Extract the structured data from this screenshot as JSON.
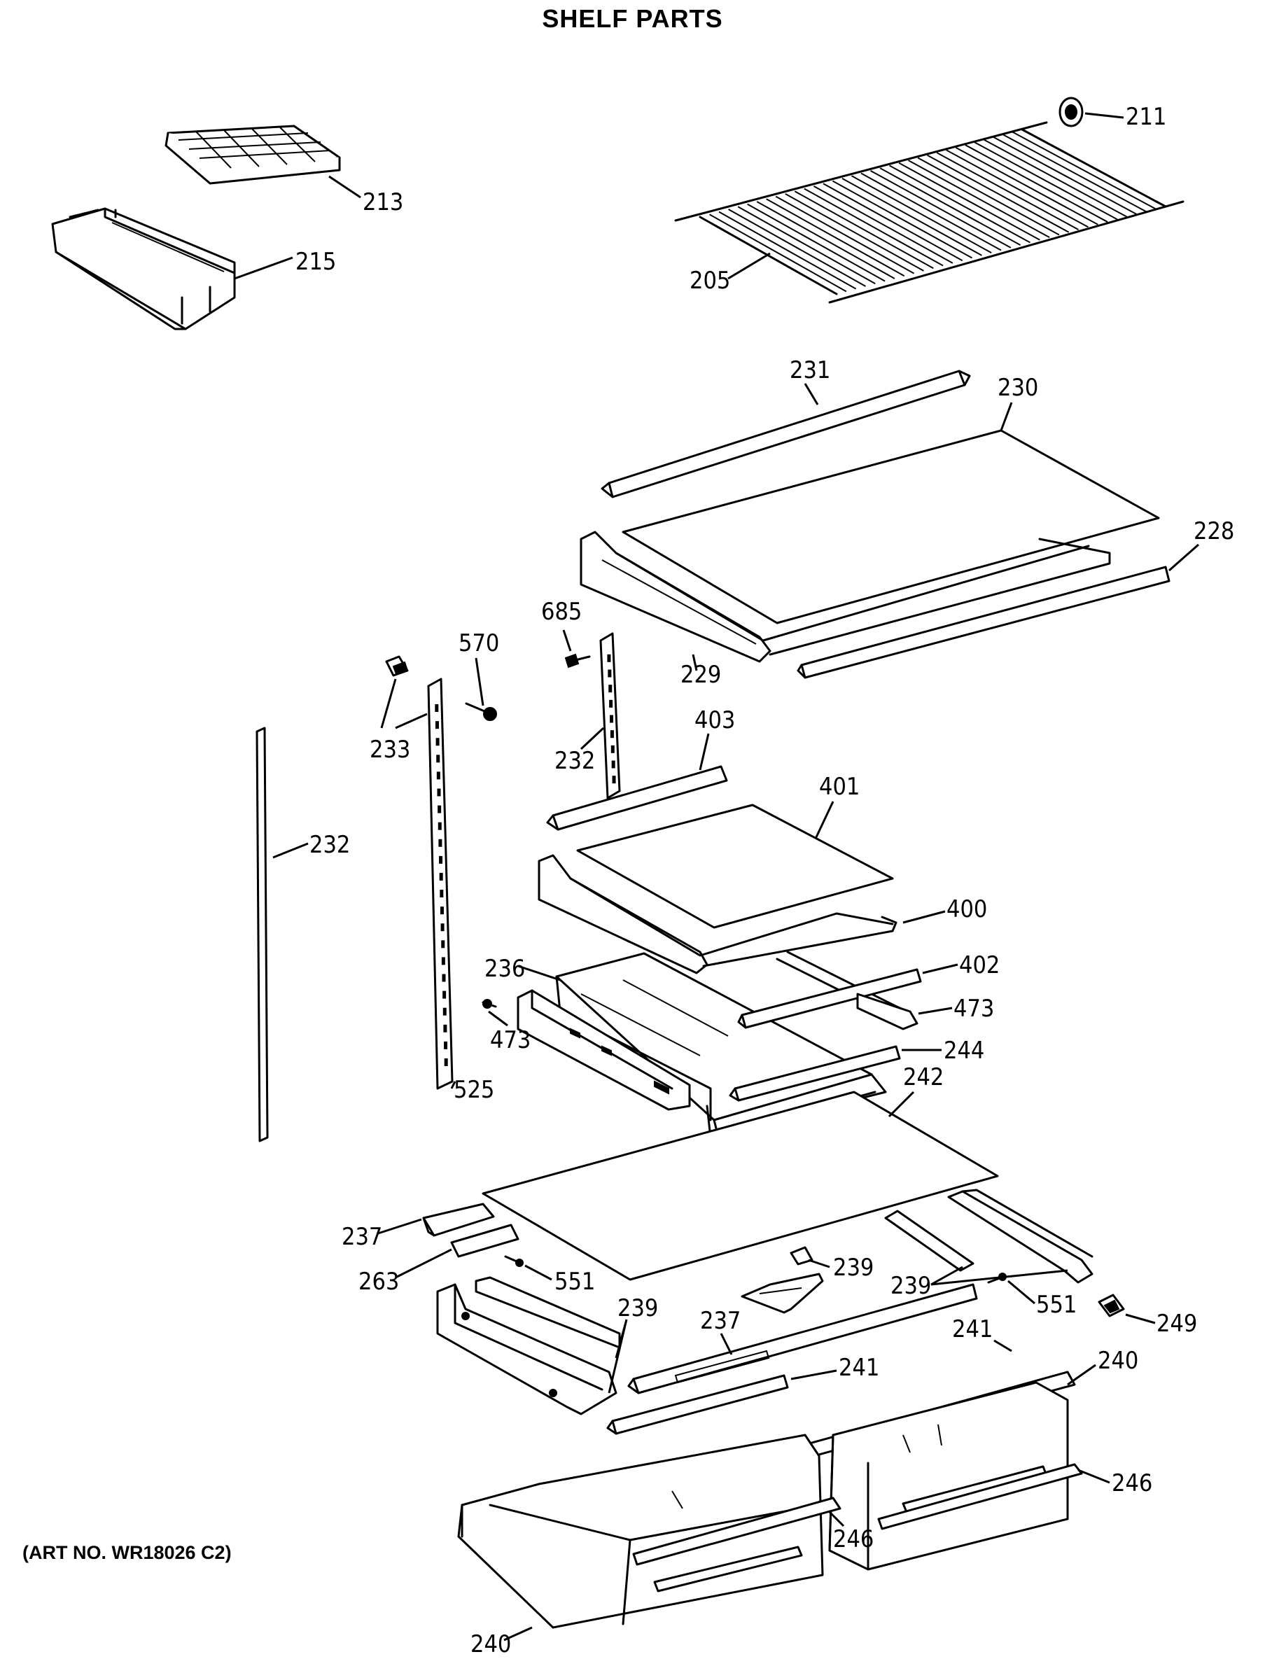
{
  "title": "SHELF PARTS",
  "art_no": "(ART NO. WR18026 C2)",
  "parts": {
    "p211": "211",
    "p213": "213",
    "p215": "215",
    "p205": "205",
    "p231": "231",
    "p230": "230",
    "p228": "228",
    "p685": "685",
    "p570": "570",
    "p229": "229",
    "p233": "233",
    "p403": "403",
    "p232a": "232",
    "p232b": "232",
    "p401": "401",
    "p400": "400",
    "p236": "236",
    "p402": "402",
    "p473a": "473",
    "p473b": "473",
    "p244": "244",
    "p525": "525",
    "p242": "242",
    "p237a": "237",
    "p263": "263",
    "p551a": "551",
    "p239a": "239",
    "p239b": "239",
    "p239c": "239",
    "p551b": "551",
    "p249": "249",
    "p237b": "237",
    "p241a": "241",
    "p241b": "241",
    "p240a": "240",
    "p246a": "246",
    "p246b": "246",
    "p240b": "240"
  }
}
